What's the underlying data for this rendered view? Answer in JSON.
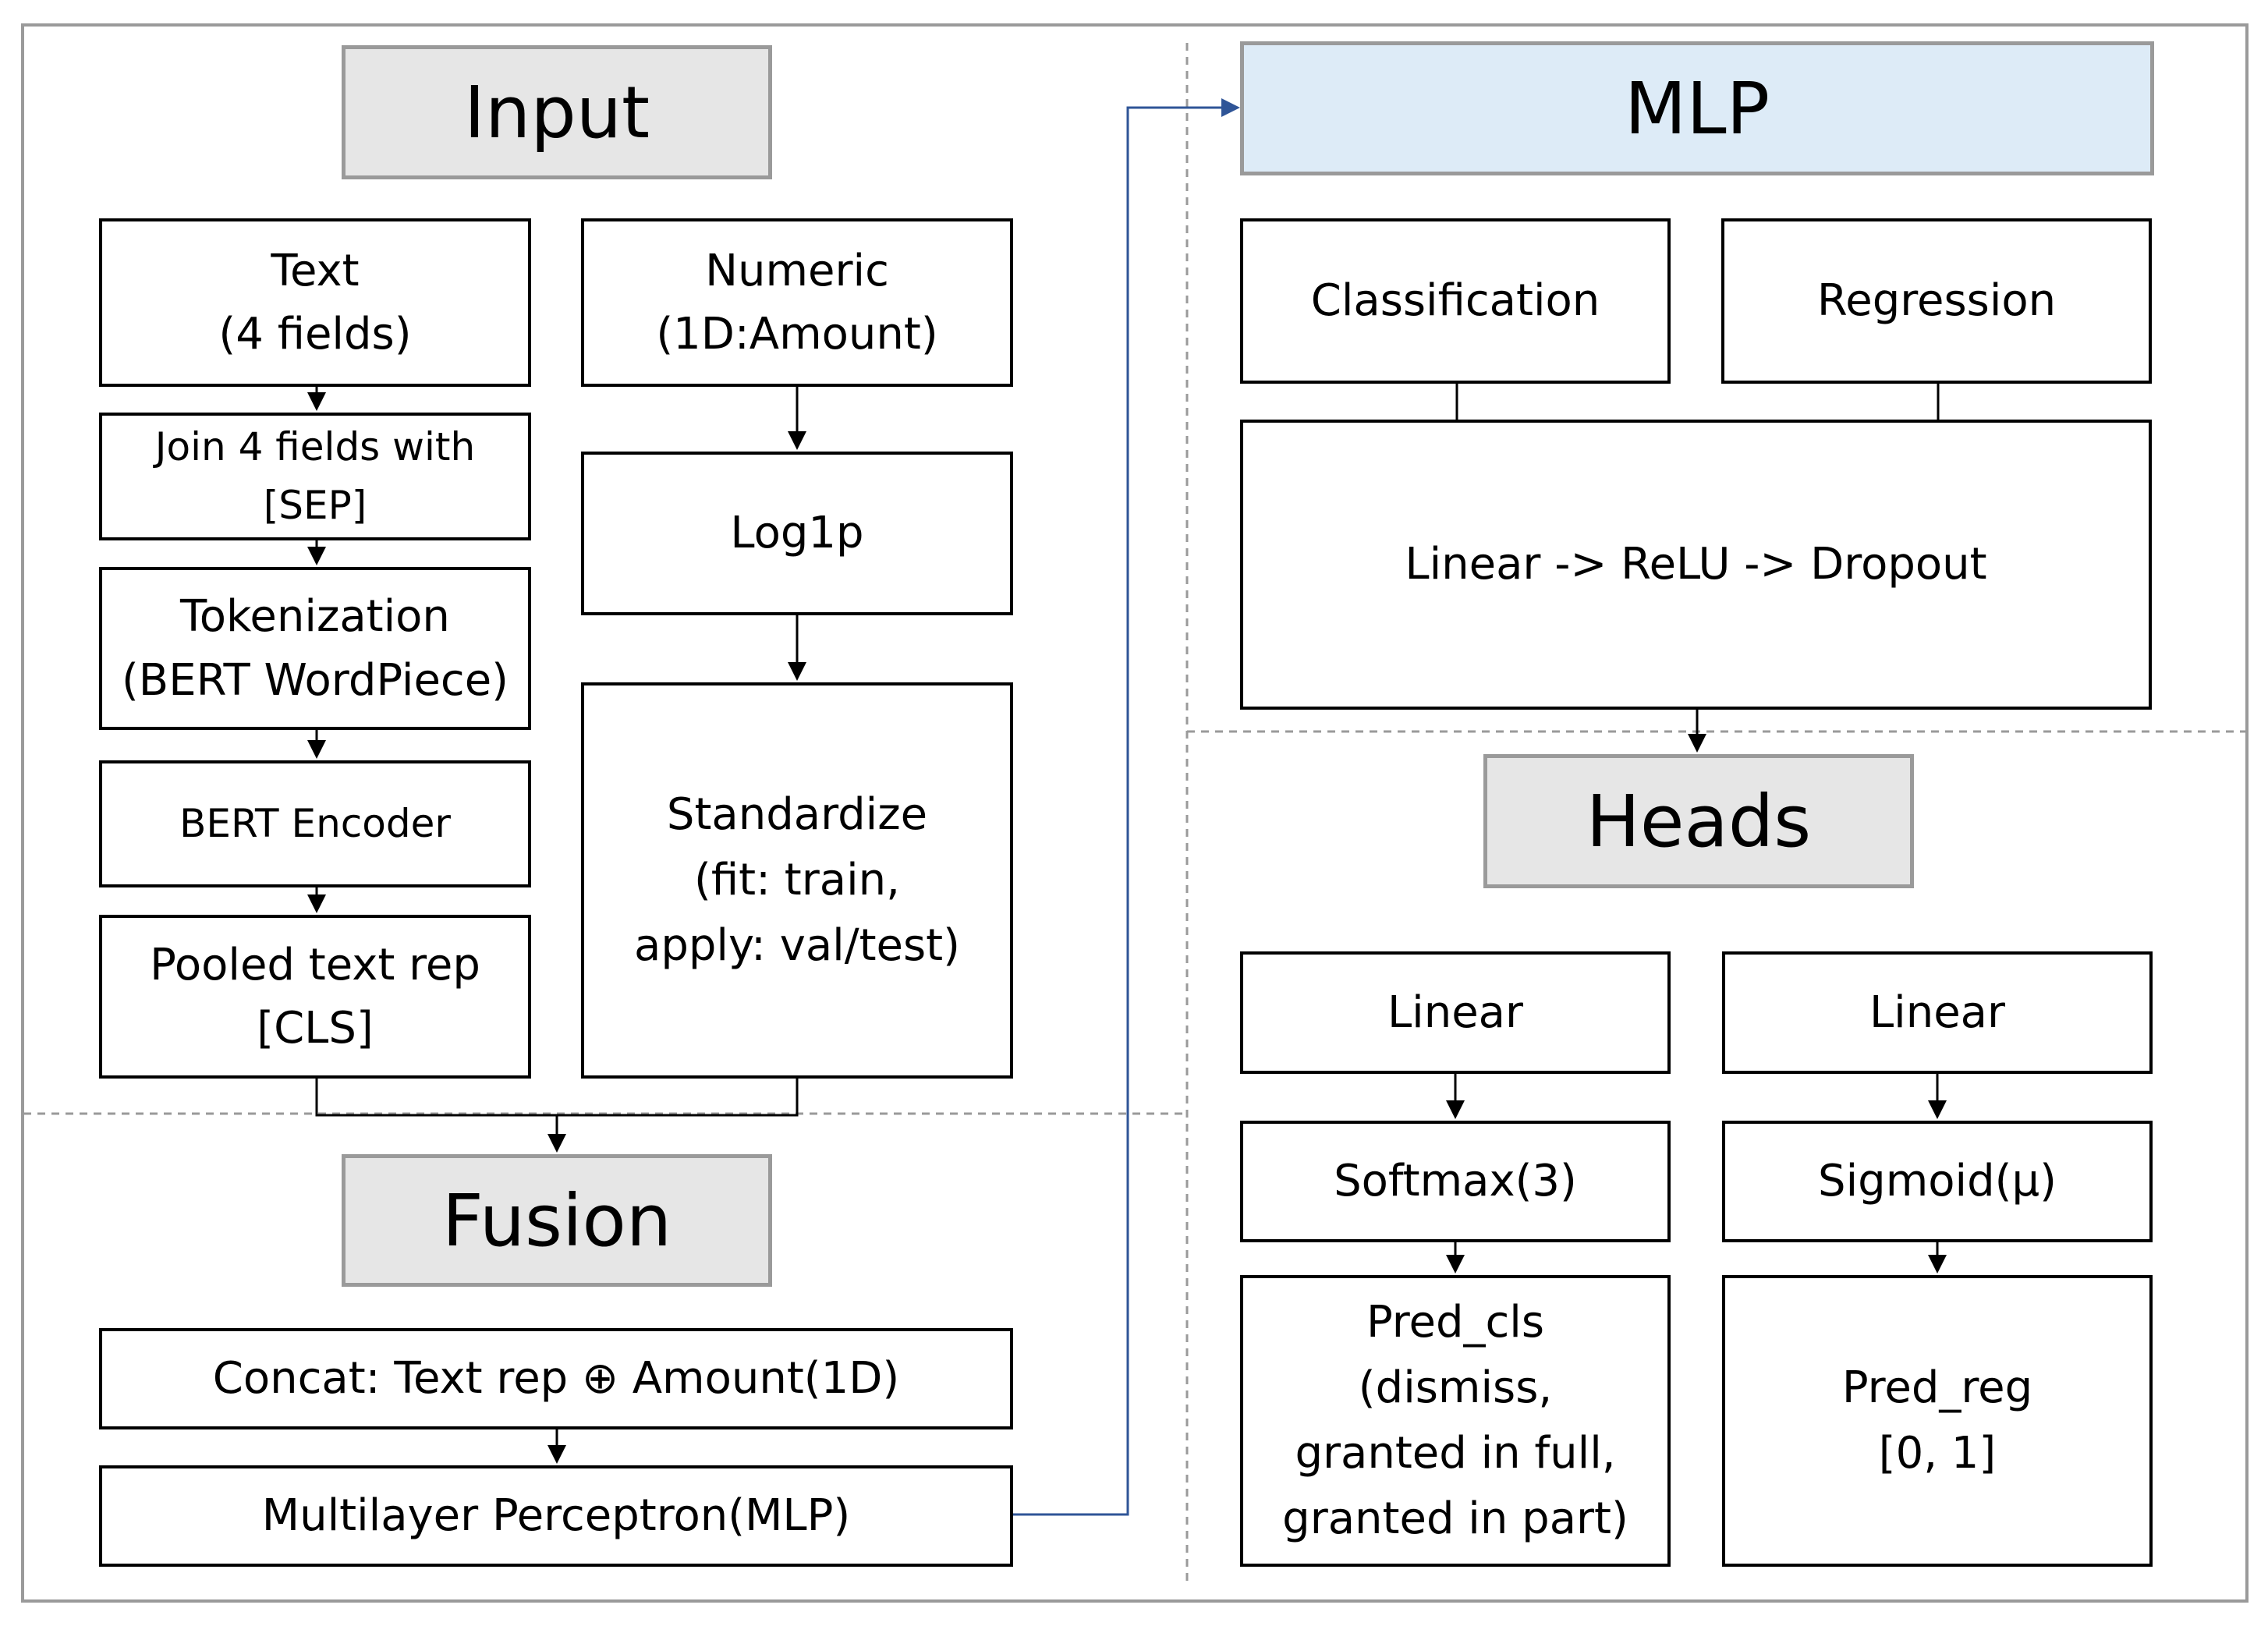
{
  "sections": {
    "input": "Input",
    "fusion": "Fusion",
    "mlp": "MLP",
    "heads": "Heads"
  },
  "input": {
    "text": "Text\n(4 fields)",
    "join": "Join 4 fields with\n[SEP]",
    "tokenization": "Tokenization\n(BERT WordPiece)",
    "bert_encoder": "BERT Encoder",
    "pooled": "Pooled text rep\n[CLS]",
    "numeric": "Numeric\n(1D:Amount)",
    "log1p": "Log1p",
    "standardize": "Standardize\n(fit: train,\napply: val/test)"
  },
  "fusion": {
    "concat": "Concat: Text rep ⊕ Amount(1D)",
    "mlp": "Multilayer Perceptron(MLP)"
  },
  "mlp": {
    "classification": "Classification",
    "regression": "Regression",
    "stack": "Linear -> ReLU -> Dropout"
  },
  "heads": {
    "cls_linear": "Linear",
    "cls_softmax": "Softmax(3)",
    "cls_pred": "Pred_cls\n(dismiss,\ngranted in full,\ngranted in part)",
    "reg_linear": "Linear",
    "reg_sigmoid": "Sigmoid(μ)",
    "reg_pred": "Pred_reg\n[0, 1]"
  },
  "colors": {
    "section_fill": "#e6e6e6",
    "mlp_section_fill": "#ddebf7",
    "connector_blue": "#2f5597",
    "section_border": "#9a9a9a"
  }
}
